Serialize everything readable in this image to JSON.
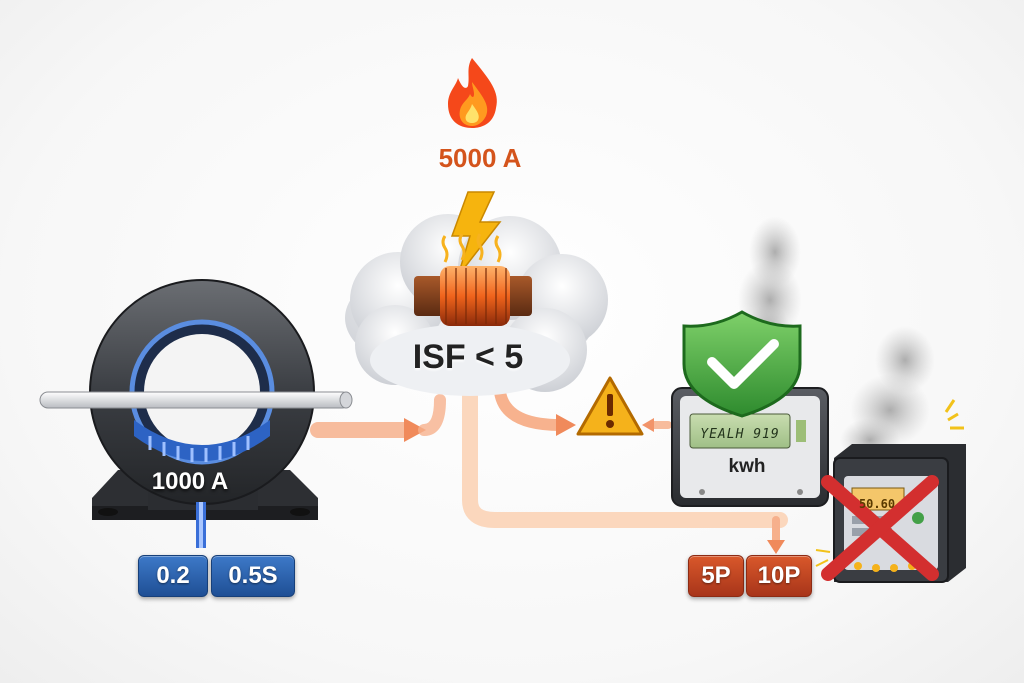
{
  "colors": {
    "flow_arrow": "#f4a77a",
    "flame": "#f06a1a",
    "measuring_class": "#2b5fa8",
    "protection_class": "#c2431f",
    "check_green": "#43a047",
    "cross_red": "#d32f2f",
    "warning_yellow": "#f5b21b"
  },
  "fault": {
    "icon": "fire-icon",
    "current": "5000 A"
  },
  "saturation": {
    "icon": "lightning-icon",
    "core_icon": "overheating-core-icon",
    "label": "ISF < 5"
  },
  "transformer": {
    "icon": "current-transformer-icon",
    "primary_current": "1000 A"
  },
  "accuracy_classes": {
    "measuring": [
      "0.2",
      "0.5S"
    ],
    "protection": [
      "5P",
      "10P"
    ]
  },
  "meter": {
    "icon": "energy-meter-icon",
    "status_icon": "shield-check-icon",
    "unit": "kwh",
    "display": "YEALH 919"
  },
  "relay": {
    "icon": "protection-relay-icon",
    "status_icon": "cross-icon",
    "display": "50.60"
  },
  "warning": {
    "icon": "warning-icon"
  }
}
